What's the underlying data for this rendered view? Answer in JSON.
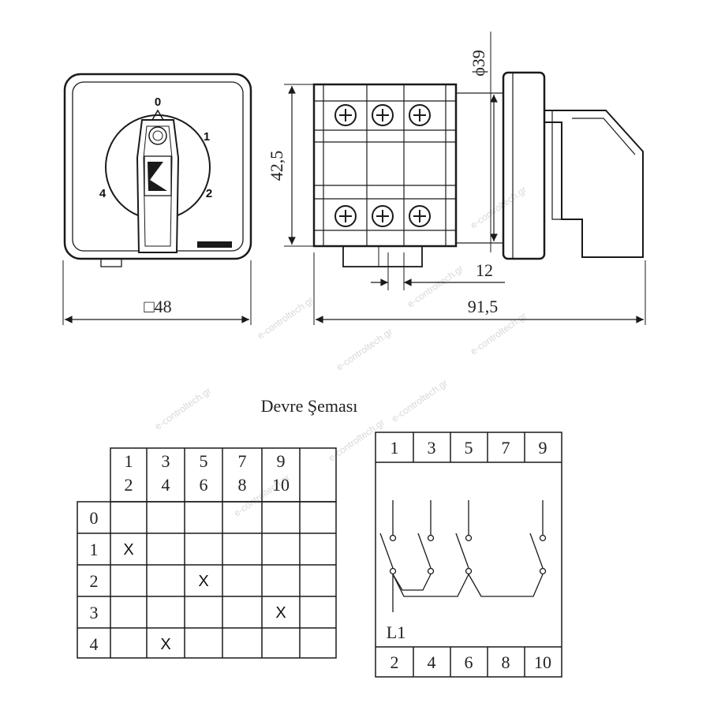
{
  "front_view": {
    "positions": [
      "0",
      "1",
      "2",
      "4"
    ],
    "width_label": "□48"
  },
  "side_view": {
    "height_label": "42,5",
    "diameter_label": "ϕ39",
    "small_label": "12",
    "length_label": "91,5"
  },
  "schema_title": "Devre Şeması",
  "switch_table": {
    "column_headers": [
      [
        "1",
        "2"
      ],
      [
        "3",
        "4"
      ],
      [
        "5",
        "6"
      ],
      [
        "7",
        "8"
      ],
      [
        "9",
        "10"
      ],
      [
        "",
        ""
      ]
    ],
    "row_labels": [
      "0",
      "1",
      "2",
      "3",
      "4"
    ],
    "marks": [
      {
        "row": 1,
        "col": 0,
        "label": "X"
      },
      {
        "row": 2,
        "col": 2,
        "label": "X"
      },
      {
        "row": 3,
        "col": 4,
        "label": "X"
      },
      {
        "row": 4,
        "col": 1,
        "label": "X"
      }
    ]
  },
  "circuit": {
    "top_terminals": [
      "1",
      "3",
      "5",
      "7",
      "9"
    ],
    "bottom_terminals": [
      "2",
      "4",
      "6",
      "8",
      "10"
    ],
    "input_label": "L1"
  },
  "watermark": "e-controltech.gr",
  "colors": {
    "line": "#1a1a1a",
    "fill": "#ffffff",
    "watermark": "#d8d8d8"
  }
}
